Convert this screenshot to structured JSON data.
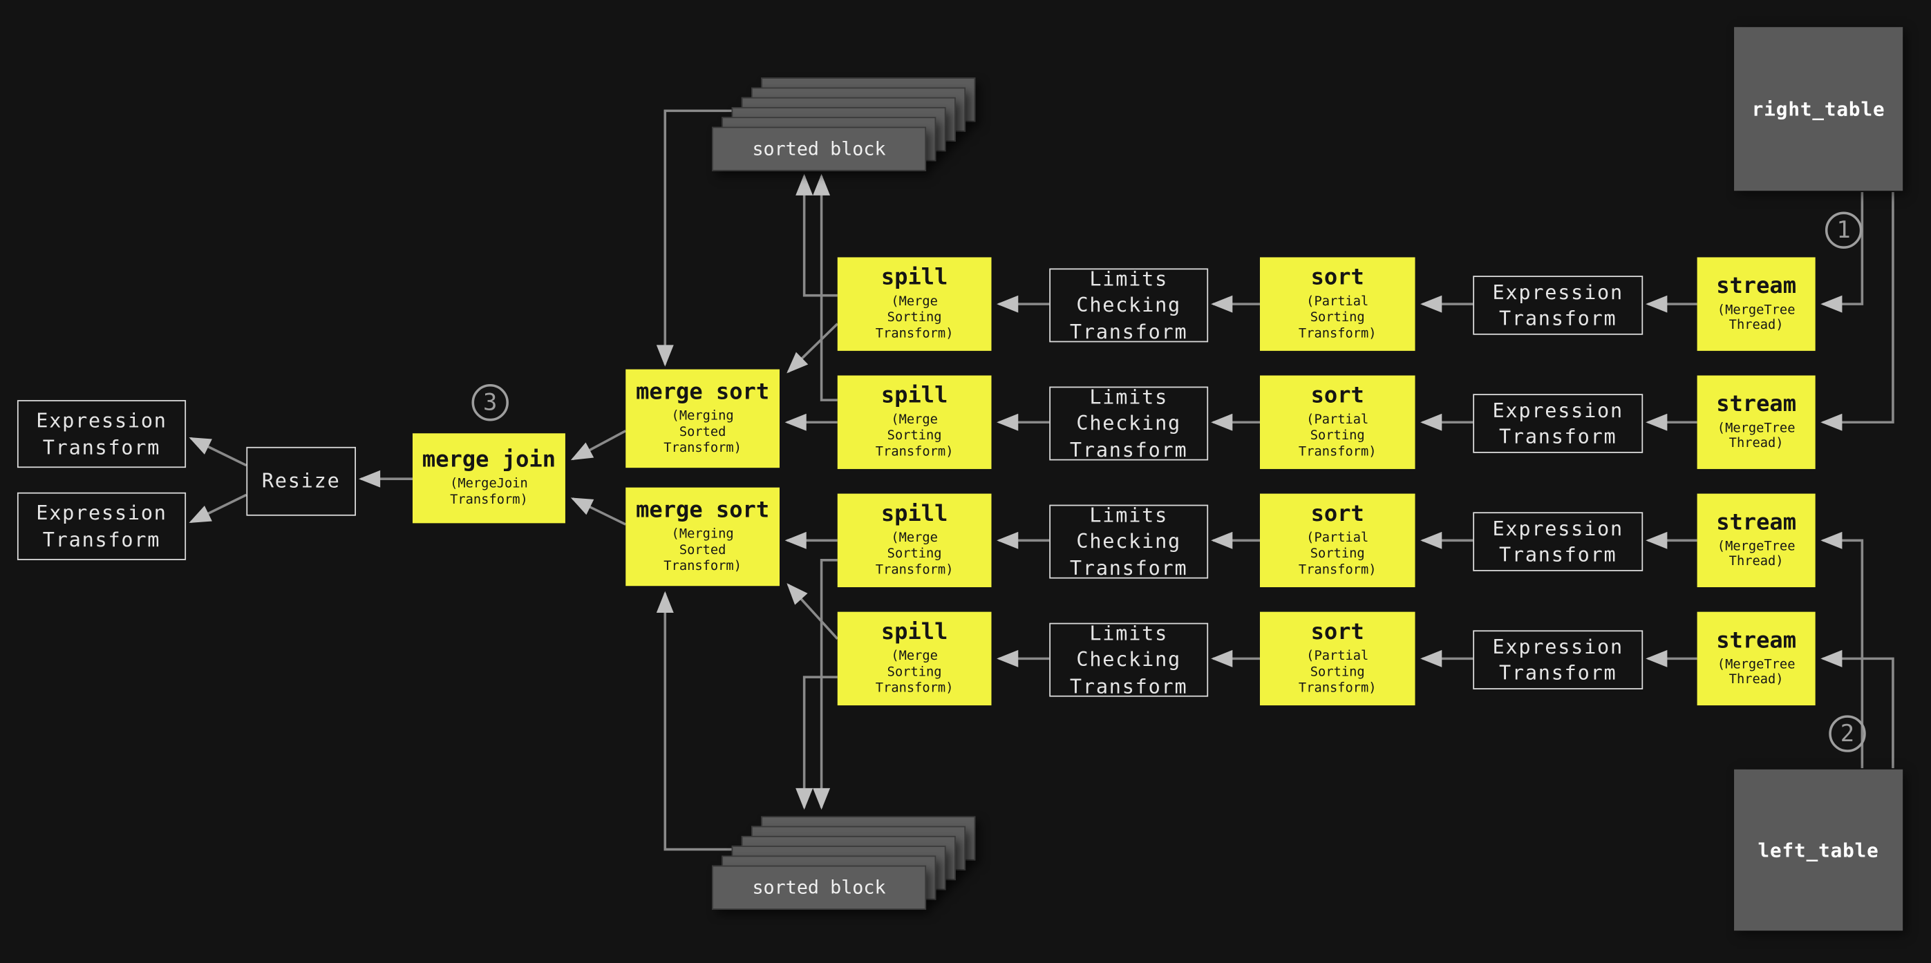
{
  "colors": {
    "background": "#131313",
    "accent_yellow": "#f2f340",
    "box_gray": "#5a5a5a",
    "wire_gray": "#8a8a8a",
    "outline_white": "#dcdcdc"
  },
  "badges": {
    "right_flow": "1",
    "left_flow": "2",
    "join_step": "3"
  },
  "right_table": {
    "label": "right_table"
  },
  "left_table": {
    "label": "left_table"
  },
  "sorted_block_top": {
    "label": "sorted block"
  },
  "sorted_block_bottom": {
    "label": "sorted block"
  },
  "rows": [
    {
      "spill": {
        "title": "spill",
        "sub": "(Merge\nSorting\nTransform)"
      },
      "limits": {
        "label": "Limits\nChecking\nTransform"
      },
      "sort": {
        "title": "sort",
        "sub": "(Partial\nSorting\nTransform)"
      },
      "expression": {
        "label": "Expression\nTransform"
      },
      "stream": {
        "title": "stream",
        "sub": "(MergeTree\nThread)"
      }
    },
    {
      "spill": {
        "title": "spill",
        "sub": "(Merge\nSorting\nTransform)"
      },
      "limits": {
        "label": "Limits\nChecking\nTransform"
      },
      "sort": {
        "title": "sort",
        "sub": "(Partial\nSorting\nTransform)"
      },
      "expression": {
        "label": "Expression\nTransform"
      },
      "stream": {
        "title": "stream",
        "sub": "(MergeTree\nThread)"
      }
    },
    {
      "spill": {
        "title": "spill",
        "sub": "(Merge\nSorting\nTransform)"
      },
      "limits": {
        "label": "Limits\nChecking\nTransform"
      },
      "sort": {
        "title": "sort",
        "sub": "(Partial\nSorting\nTransform)"
      },
      "expression": {
        "label": "Expression\nTransform"
      },
      "stream": {
        "title": "stream",
        "sub": "(MergeTree\nThread)"
      }
    },
    {
      "spill": {
        "title": "spill",
        "sub": "(Merge\nSorting\nTransform)"
      },
      "limits": {
        "label": "Limits\nChecking\nTransform"
      },
      "sort": {
        "title": "sort",
        "sub": "(Partial\nSorting\nTransform)"
      },
      "expression": {
        "label": "Expression\nTransform"
      },
      "stream": {
        "title": "stream",
        "sub": "(MergeTree\nThread)"
      }
    }
  ],
  "merge_sorts": [
    {
      "title": "merge sort",
      "sub": "(Merging\nSorted\nTransform)"
    },
    {
      "title": "merge sort",
      "sub": "(Merging\nSorted\nTransform)"
    }
  ],
  "merge_join": {
    "title": "merge join",
    "sub": "(MergeJoin\nTransform)"
  },
  "resize": {
    "label": "Resize"
  },
  "output_expressions": [
    {
      "label": "Expression\nTransform"
    },
    {
      "label": "Expression\nTransform"
    }
  ]
}
